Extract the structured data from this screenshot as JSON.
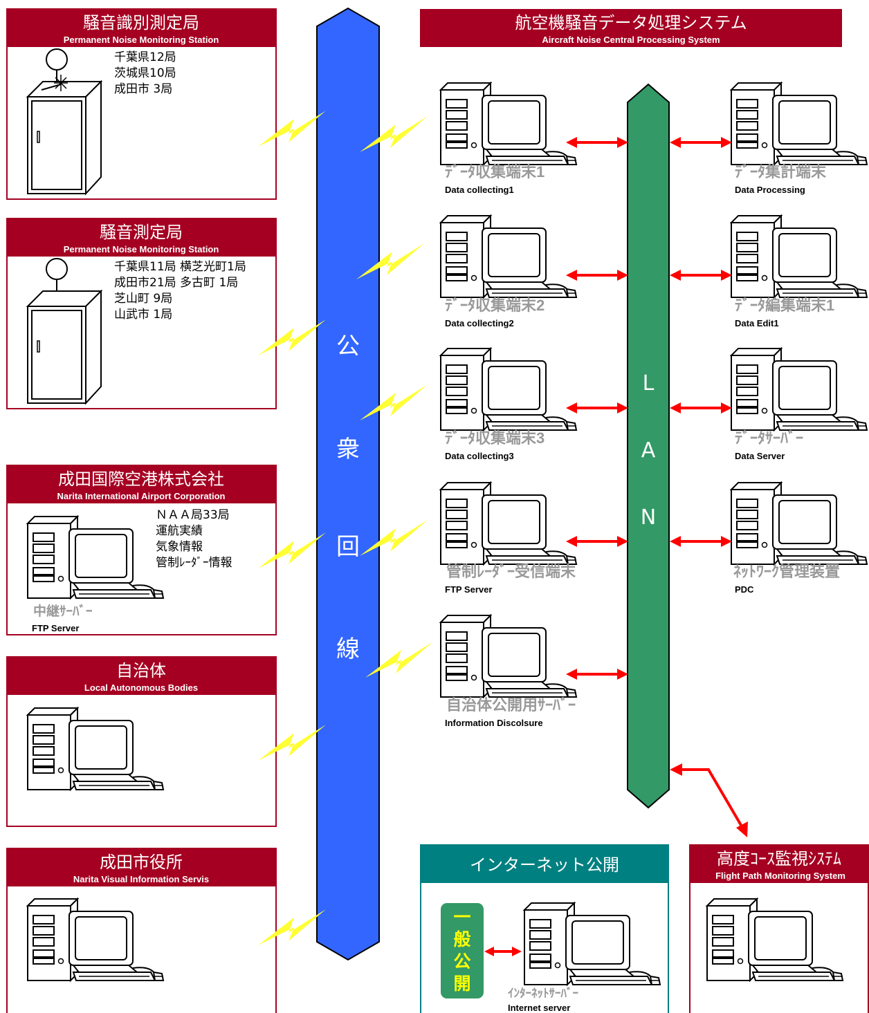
{
  "colors": {
    "header_maroon": "#A50021",
    "header_teal": "#008080",
    "public_line_blue": "#3366FF",
    "lan_green": "#339966",
    "lightning": "#FFFF33",
    "arrow_red": "#FF0000",
    "label_gray": "#999999",
    "general_public_green": "#339966",
    "general_public_text": "#FFFF00"
  },
  "left_panels": [
    {
      "title_ja": "騒音識別測定局",
      "title_en": "Permanent Noise Monitoring Station",
      "lines": [
        "千葉県12局",
        "茨城県10局",
        "成田市 3局"
      ]
    },
    {
      "title_ja": "騒音測定局",
      "title_en": "Permanent Noise Monitoring Station",
      "lines": [
        "千葉県11局 横芝光町1局",
        "成田市21局 多古町 1局",
        "芝山町 9局",
        "山武市 1局"
      ]
    },
    {
      "title_ja": "成田国際空港株式会社",
      "title_en": "Narita International Airport Corporation",
      "lines": [
        "ＮＡＡ局33局",
        "運航実績",
        "気象情報",
        "管制ﾚｰﾀﾞｰ情報"
      ],
      "pc_ja": "中継ｻｰﾊﾞｰ",
      "pc_en": "FTP Server"
    },
    {
      "title_ja": "自治体",
      "title_en": "Local Autonomous Bodies"
    },
    {
      "title_ja": "成田市役所",
      "title_en": "Narita Visual Information Servis"
    }
  ],
  "public_line": {
    "chars": [
      "公",
      "衆",
      "回",
      "線"
    ]
  },
  "lan": {
    "chars": [
      "L",
      "A",
      "N"
    ]
  },
  "central": {
    "title_ja": "航空機騒音データ処理システム",
    "title_en": "Aircraft Noise Central Processing System",
    "left_nodes": [
      {
        "ja": "ﾃﾞｰﾀ収集端末1",
        "en": "Data collecting1"
      },
      {
        "ja": "ﾃﾞｰﾀ収集端末2",
        "en": "Data collecting2"
      },
      {
        "ja": "ﾃﾞｰﾀ収集端末3",
        "en": "Data collecting3"
      },
      {
        "ja": "管制ﾚｰﾀﾞｰ受信端末",
        "en": "FTP Server"
      },
      {
        "ja": "自治体公開用ｻｰﾊﾞｰ",
        "en": "Information Discolsure"
      }
    ],
    "right_nodes": [
      {
        "ja": "ﾃﾞｰﾀ集計端末",
        "en": "Data Processing"
      },
      {
        "ja": "ﾃﾞｰﾀ編集端末1",
        "en": "Data Edit1"
      },
      {
        "ja": "ﾃﾞｰﾀｻｰﾊﾞｰ",
        "en": "Data Server"
      },
      {
        "ja": "ﾈｯﾄﾜｰｸ管理装置",
        "en": "PDC"
      }
    ]
  },
  "internet": {
    "title_ja": "インターネット公開",
    "public_chars": [
      "一",
      "般",
      "公",
      "開"
    ],
    "server_ja": "ｲﾝﾀｰﾈｯﾄｻｰﾊﾞｰ",
    "server_en": "Internet server"
  },
  "flight_path": {
    "title_ja": "高度ｺｰｽ監視ｼｽﾃﾑ",
    "title_en": "Flight Path Monitoring System"
  }
}
